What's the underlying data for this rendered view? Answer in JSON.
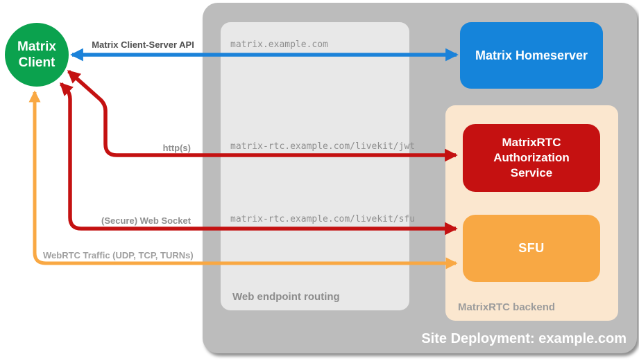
{
  "diagram": {
    "deployment": {
      "label": "Site Deployment: example.com"
    },
    "client": {
      "label": "Matrix Client"
    },
    "homeserver": {
      "label": "Matrix Homeserver"
    },
    "routing": {
      "label": "Web endpoint routing",
      "endpoints": [
        "matrix.example.com",
        "matrix-rtc.example.com/livekit/jwt",
        "matrix-rtc.example.com/livekit/sfu"
      ]
    },
    "backend": {
      "label": "MatrixRTC backend",
      "auth_service": {
        "label": "MatrixRTC Authorization Service"
      },
      "sfu": {
        "label": "SFU"
      }
    },
    "connections": {
      "api": "Matrix Client-Server API",
      "https": "http(s)",
      "websocket": "(Secure) Web Socket",
      "webrtc": "WebRTC Traffic (UDP, TCP, TURNs)"
    },
    "colors": {
      "client_green": "#0ba24e",
      "homeserver_blue": "#1584da",
      "auth_red": "#c51111",
      "sfu_orange": "#f8a844",
      "backend_peach": "#fbe7cf",
      "deployment_gray": "#bcbcbc",
      "routing_gray": "#e8e8e8",
      "arrow_blue": "#1b82d9",
      "arrow_red": "#c41111",
      "arrow_orange": "#f9a843"
    }
  }
}
